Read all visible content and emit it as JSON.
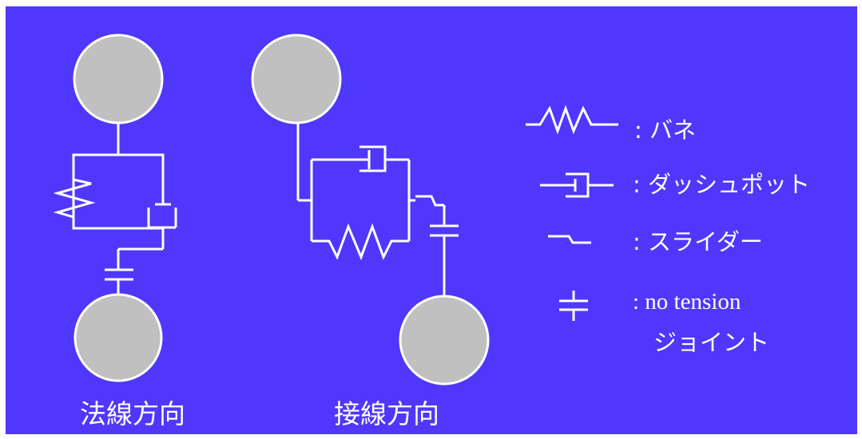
{
  "colors": {
    "background": "#4f38fb",
    "node": "#c0c0c0",
    "line": "#ffffff"
  },
  "captions": {
    "normal": "法線方向",
    "tangential": "接線方向"
  },
  "legend": {
    "spring": ": バネ",
    "dashpot": ": ダッシュポット",
    "slider": ": スライダー",
    "joint_line1": ": no tension",
    "joint_line2": "ジョイント"
  }
}
